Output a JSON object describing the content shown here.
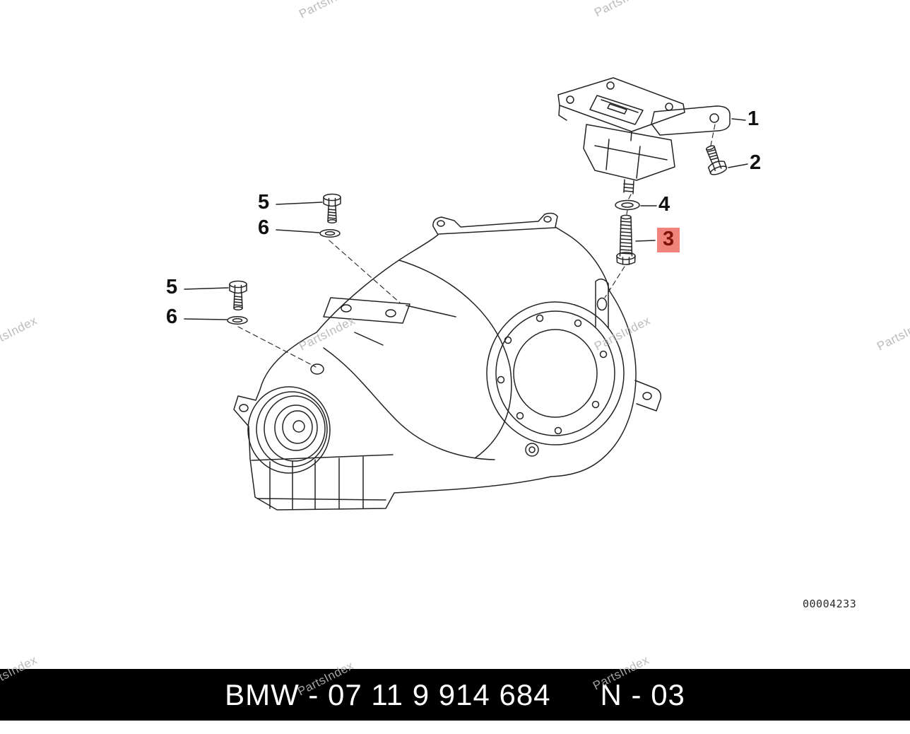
{
  "watermark": {
    "text": "PartsIndex"
  },
  "diagram": {
    "doc_number": "00004233",
    "callouts": [
      {
        "ref": "1",
        "label": "1",
        "highlighted": false
      },
      {
        "ref": "2",
        "label": "2",
        "highlighted": false
      },
      {
        "ref": "4",
        "label": "4",
        "highlighted": false
      },
      {
        "ref": "3",
        "label": "3",
        "highlighted": true
      },
      {
        "ref": "5-upper",
        "label": "5",
        "highlighted": false
      },
      {
        "ref": "6-upper",
        "label": "6",
        "highlighted": false
      },
      {
        "ref": "5-lower",
        "label": "5",
        "highlighted": false
      },
      {
        "ref": "6-lower",
        "label": "6",
        "highlighted": false
      }
    ]
  },
  "footer": {
    "brand_and_part": "BMW - 07 11 9 914 684",
    "revision": "N - 03"
  },
  "colors": {
    "highlight_bg": "#f0837b",
    "highlight_text": "#7d1208",
    "footer_bg": "#000000",
    "footer_text": "#ffffff",
    "line_color": "#232323",
    "watermark_color": "#b5b5b5"
  }
}
